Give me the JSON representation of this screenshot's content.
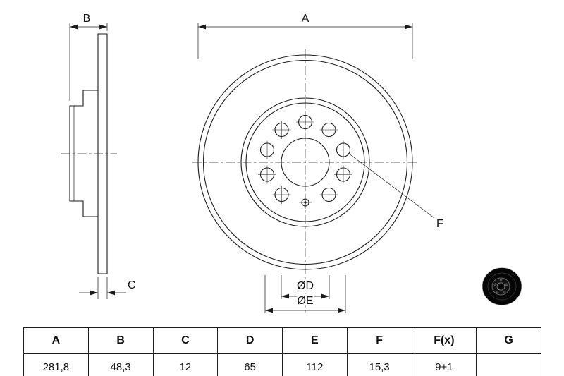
{
  "drawing": {
    "labels": {
      "dim_a": "A",
      "dim_b": "B",
      "dim_c": "C",
      "dim_f": "F",
      "dia_d": "ØD",
      "dia_e": "ØE"
    },
    "icons": {
      "thumbnail": "brake-disc-thumbnail"
    },
    "colors": {
      "line": "#1c1c1c",
      "background": "#ffffff"
    }
  },
  "table": {
    "headers": [
      "A",
      "B",
      "C",
      "D",
      "E",
      "F",
      "F(x)",
      "G"
    ],
    "values": [
      "281,8",
      "48,3",
      "12",
      "65",
      "112",
      "15,3",
      "9+1",
      ""
    ]
  }
}
